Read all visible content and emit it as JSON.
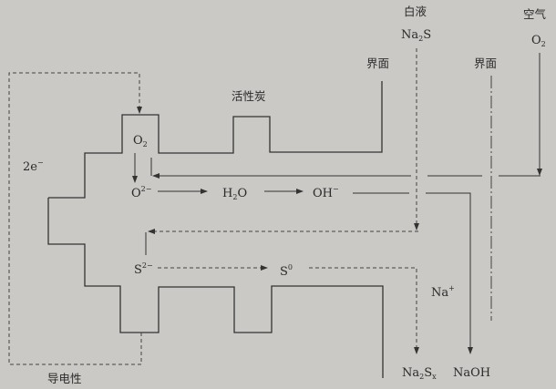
{
  "labels": {
    "white_liquor": "白液",
    "na2s": {
      "base": "Na",
      "sub": "2",
      "rest": "S"
    },
    "air": "空气",
    "o2_top": {
      "base": "O",
      "sub": "2"
    },
    "interface_left": "界面",
    "interface_right": "界面",
    "activated_carbon": "活性炭",
    "electrons": {
      "base": "2e",
      "sup": "−"
    },
    "o2_inner": {
      "base": "O",
      "sub": "2"
    },
    "o2_minus": {
      "base": "O",
      "sup": "2−"
    },
    "h2o": {
      "base": "H",
      "sub": "2",
      "rest": "O"
    },
    "oh_minus": {
      "base": "OH",
      "sup": "−"
    },
    "s2_minus": {
      "base": "S",
      "sup": "2−"
    },
    "s0": {
      "base": "S",
      "sup": "0"
    },
    "na_plus": {
      "base": "Na",
      "sup": "+"
    },
    "na2sx": {
      "base": "Na",
      "sub": "2",
      "rest": "S",
      "sub2": "x"
    },
    "naoh": "NaOH",
    "conductivity": "导电性"
  }
}
